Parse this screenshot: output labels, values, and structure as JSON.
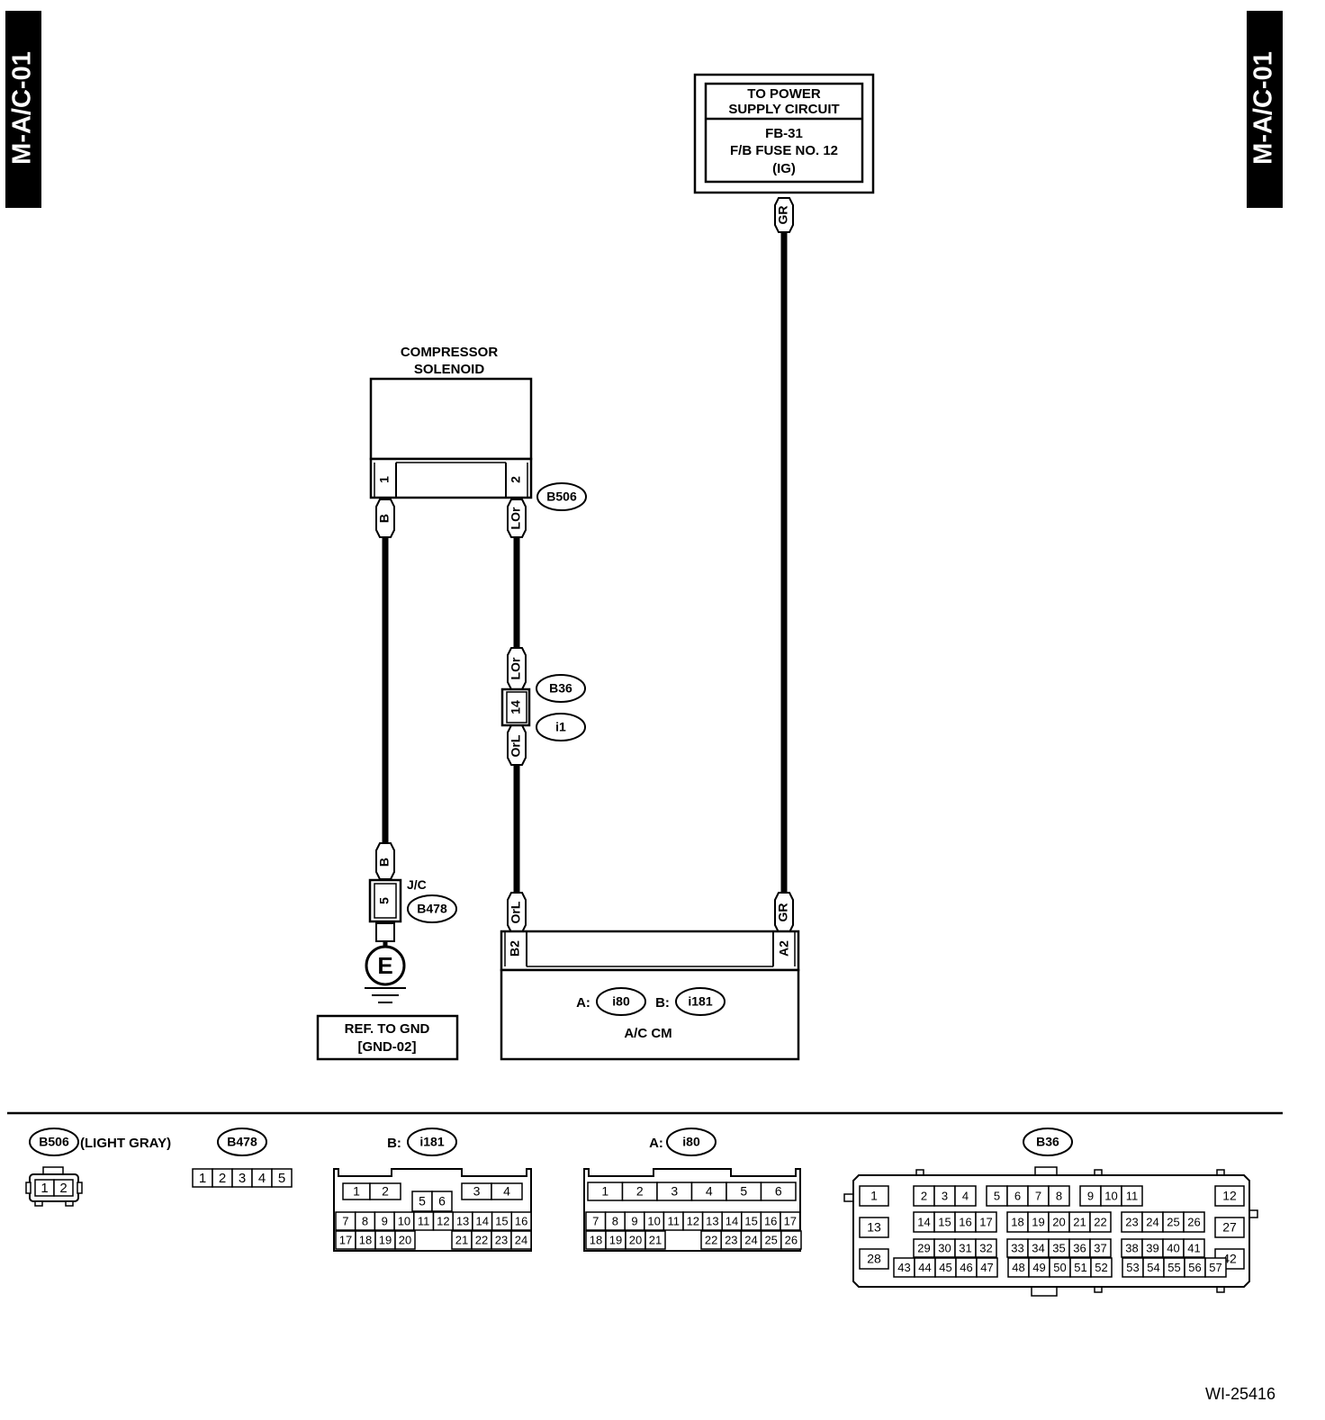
{
  "side_tags": {
    "left": "M-A/C-01",
    "right": "M-A/C-01"
  },
  "power_box": {
    "line1": "TO POWER",
    "line2": "SUPPLY CIRCUIT",
    "line3": "FB-31",
    "line4": "F/B FUSE NO. 12",
    "line5": "(IG)"
  },
  "compressor": {
    "title1": "COMPRESSOR",
    "title2": "SOLENOID",
    "pin1": "1",
    "pin2": "2",
    "connector": "B506"
  },
  "wires": {
    "gr_top": "GR",
    "gr_bottom": "GR",
    "b_top": "B",
    "b_bottom": "B",
    "lor_top": "LOr",
    "lor_mid": "LOr",
    "orl_mid": "OrL",
    "orl_bottom": "OrL"
  },
  "inline_connector": {
    "pin": "14",
    "conn_a": "B36",
    "conn_b": "i1"
  },
  "jc": {
    "label": "J/C",
    "pin": "5",
    "connector": "B478"
  },
  "ground": {
    "symbol": "E",
    "ref1": "REF. TO GND",
    "ref2": "[GND-02]"
  },
  "ac_cm": {
    "pin_b2": "B2",
    "pin_a2": "A2",
    "a_label": "A:",
    "a_conn": "i80",
    "b_label": "B:",
    "b_conn": "i181",
    "name": "A/C CM"
  },
  "connector_views": {
    "b506": {
      "name": "B506",
      "note": "(LIGHT GRAY)",
      "pins": [
        "1",
        "2"
      ]
    },
    "b478": {
      "name": "B478",
      "pins": [
        "1",
        "2",
        "3",
        "4",
        "5"
      ]
    },
    "i181": {
      "prefix": "B:",
      "name": "i181",
      "row1": [
        "1",
        "2",
        "3",
        "4"
      ],
      "mid": [
        "5",
        "6"
      ],
      "row2": [
        "7",
        "8",
        "9",
        "10",
        "11",
        "12",
        "13",
        "14",
        "15",
        "16"
      ],
      "row3": [
        "17",
        "18",
        "19",
        "20",
        "21",
        "22",
        "23",
        "24"
      ]
    },
    "i80": {
      "prefix": "A:",
      "name": "i80",
      "row1": [
        "1",
        "2",
        "3",
        "4",
        "5",
        "6"
      ],
      "row2": [
        "7",
        "8",
        "9",
        "10",
        "11",
        "12",
        "13",
        "14",
        "15",
        "16",
        "17"
      ],
      "row3": [
        "18",
        "19",
        "20",
        "21",
        "22",
        "23",
        "24",
        "25",
        "26"
      ]
    },
    "b36": {
      "name": "B36",
      "left": [
        "1",
        "13",
        "28"
      ],
      "right": [
        "12",
        "27",
        "42"
      ],
      "row1": [
        [
          "2",
          "3",
          "4"
        ],
        [
          "5",
          "6",
          "7",
          "8"
        ],
        [
          "9",
          "10",
          "11"
        ]
      ],
      "row2": [
        [
          "14",
          "15",
          "16",
          "17"
        ],
        [
          "18",
          "19",
          "20",
          "21",
          "22"
        ],
        [
          "23",
          "24",
          "25",
          "26"
        ]
      ],
      "row3": [
        [
          "29",
          "30",
          "31",
          "32"
        ],
        [
          "33",
          "34",
          "35",
          "36",
          "37"
        ],
        [
          "38",
          "39",
          "40",
          "41"
        ]
      ],
      "row4": [
        [
          "43",
          "44",
          "45",
          "46",
          "47"
        ],
        [
          "48",
          "49",
          "50",
          "51",
          "52"
        ],
        [
          "53",
          "54",
          "55",
          "56",
          "57"
        ]
      ]
    }
  },
  "figure_id": "WI-25416"
}
